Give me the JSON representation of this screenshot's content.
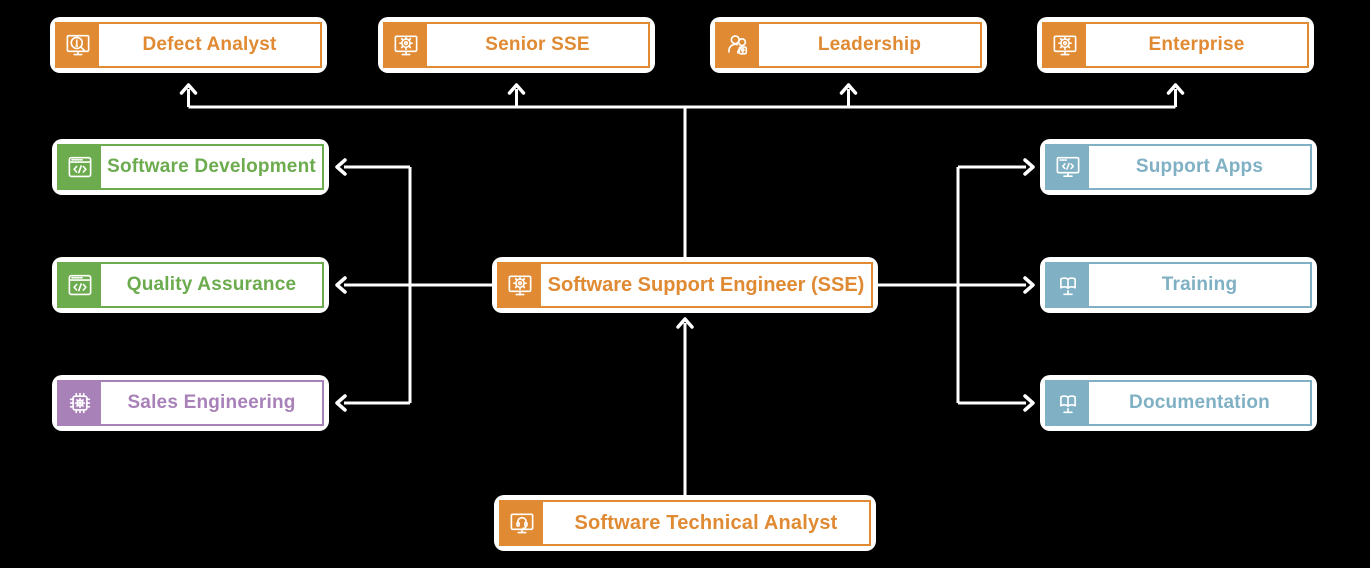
{
  "colors": {
    "orange": "#E08A33",
    "green": "#6CAB4E",
    "purple": "#A981B9",
    "blue": "#7FB0C4",
    "line": "#FFFFFF",
    "background": "#000000"
  },
  "nodes": {
    "defect_analyst": {
      "label": "Defect Analyst",
      "icon": "monitor-search-icon",
      "color": "#E08A33"
    },
    "senior_sse": {
      "label": "Senior SSE",
      "icon": "monitor-gear-icon",
      "color": "#E08A33"
    },
    "leadership": {
      "label": "Leadership",
      "icon": "people-badge-icon",
      "color": "#E08A33"
    },
    "enterprise": {
      "label": "Enterprise",
      "icon": "monitor-gear-icon",
      "color": "#E08A33"
    },
    "software_development": {
      "label": "Software Development",
      "icon": "browser-code-icon",
      "color": "#6CAB4E"
    },
    "quality_assurance": {
      "label": "Quality Assurance",
      "icon": "browser-code-icon",
      "color": "#6CAB4E"
    },
    "sales_engineering": {
      "label": "Sales Engineering",
      "icon": "chip-gear-icon",
      "color": "#A981B9"
    },
    "sse": {
      "label": "Software Support Engineer (SSE)",
      "icon": "monitor-gear-icon",
      "color": "#E08A33"
    },
    "support_apps": {
      "label": "Support Apps",
      "icon": "monitor-code-icon",
      "color": "#7FB0C4"
    },
    "training": {
      "label": "Training",
      "icon": "book-monitor-icon",
      "color": "#7FB0C4"
    },
    "documentation": {
      "label": "Documentation",
      "icon": "book-monitor-icon",
      "color": "#7FB0C4"
    },
    "software_technical_analyst": {
      "label": "Software Technical Analyst",
      "icon": "monitor-headset-icon",
      "color": "#E08A33"
    }
  },
  "edges": [
    {
      "from": "sse",
      "to": "defect_analyst"
    },
    {
      "from": "sse",
      "to": "senior_sse"
    },
    {
      "from": "sse",
      "to": "leadership"
    },
    {
      "from": "sse",
      "to": "enterprise"
    },
    {
      "from": "sse",
      "to": "software_development"
    },
    {
      "from": "sse",
      "to": "quality_assurance"
    },
    {
      "from": "sse",
      "to": "sales_engineering"
    },
    {
      "from": "sse",
      "to": "support_apps"
    },
    {
      "from": "sse",
      "to": "training"
    },
    {
      "from": "sse",
      "to": "documentation"
    },
    {
      "from": "software_technical_analyst",
      "to": "sse"
    }
  ]
}
